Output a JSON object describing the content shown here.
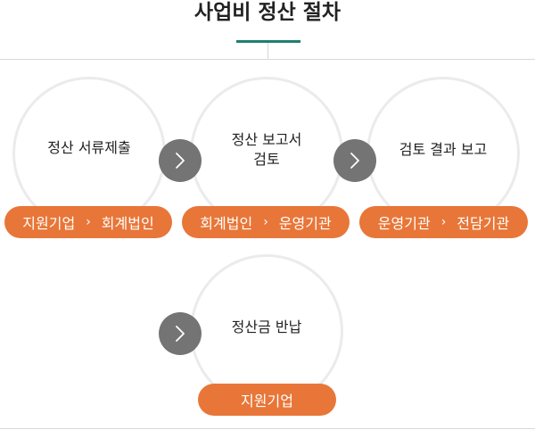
{
  "title": "사업비 정산 절차",
  "steps": [
    {
      "label_lines": [
        "정산 서류제출"
      ],
      "from": "지원기업",
      "to": "회계법인"
    },
    {
      "label_lines": [
        "정산 보고서",
        "검토"
      ],
      "from": "회계법인",
      "to": "운영기관"
    },
    {
      "label_lines": [
        "검토 결과 보고"
      ],
      "from": "운영기관",
      "to": "전담기관"
    },
    {
      "label_lines": [
        "정산금 반납"
      ],
      "from": "지원기업"
    }
  ],
  "separator": "›",
  "icons": {
    "next": "chevron-right-icon"
  },
  "colors": {
    "accent": "#e87638",
    "title_underline": "#1e7f73",
    "arrow_bg": "#747474",
    "circle_border": "#ebebeb"
  }
}
